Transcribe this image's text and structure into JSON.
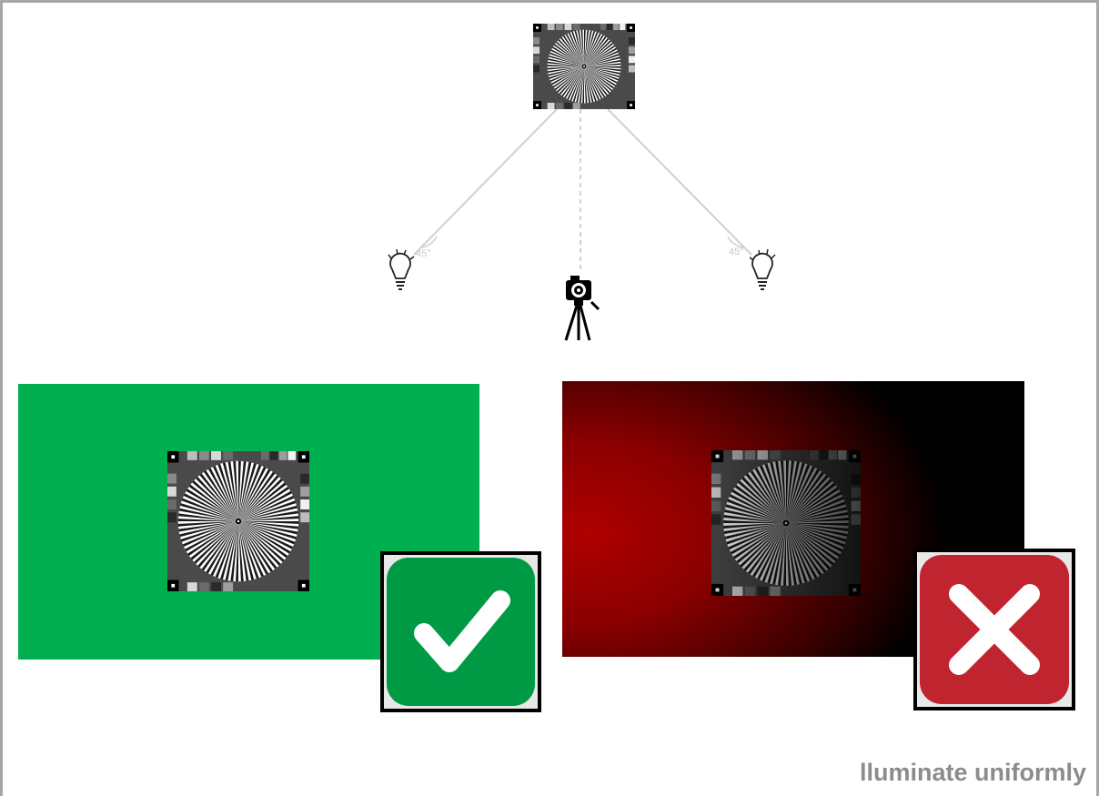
{
  "caption": "lluminate uniformly",
  "setup": {
    "left_light_angle": "45°",
    "right_light_angle": "45°"
  },
  "examples": [
    {
      "verdict": "good",
      "background": "#00b050",
      "badge_color": "#009a44",
      "icon": "checkmark-icon"
    },
    {
      "verdict": "bad",
      "background": "#a80000",
      "badge_color": "#c0242f",
      "icon": "x-mark-icon"
    }
  ]
}
